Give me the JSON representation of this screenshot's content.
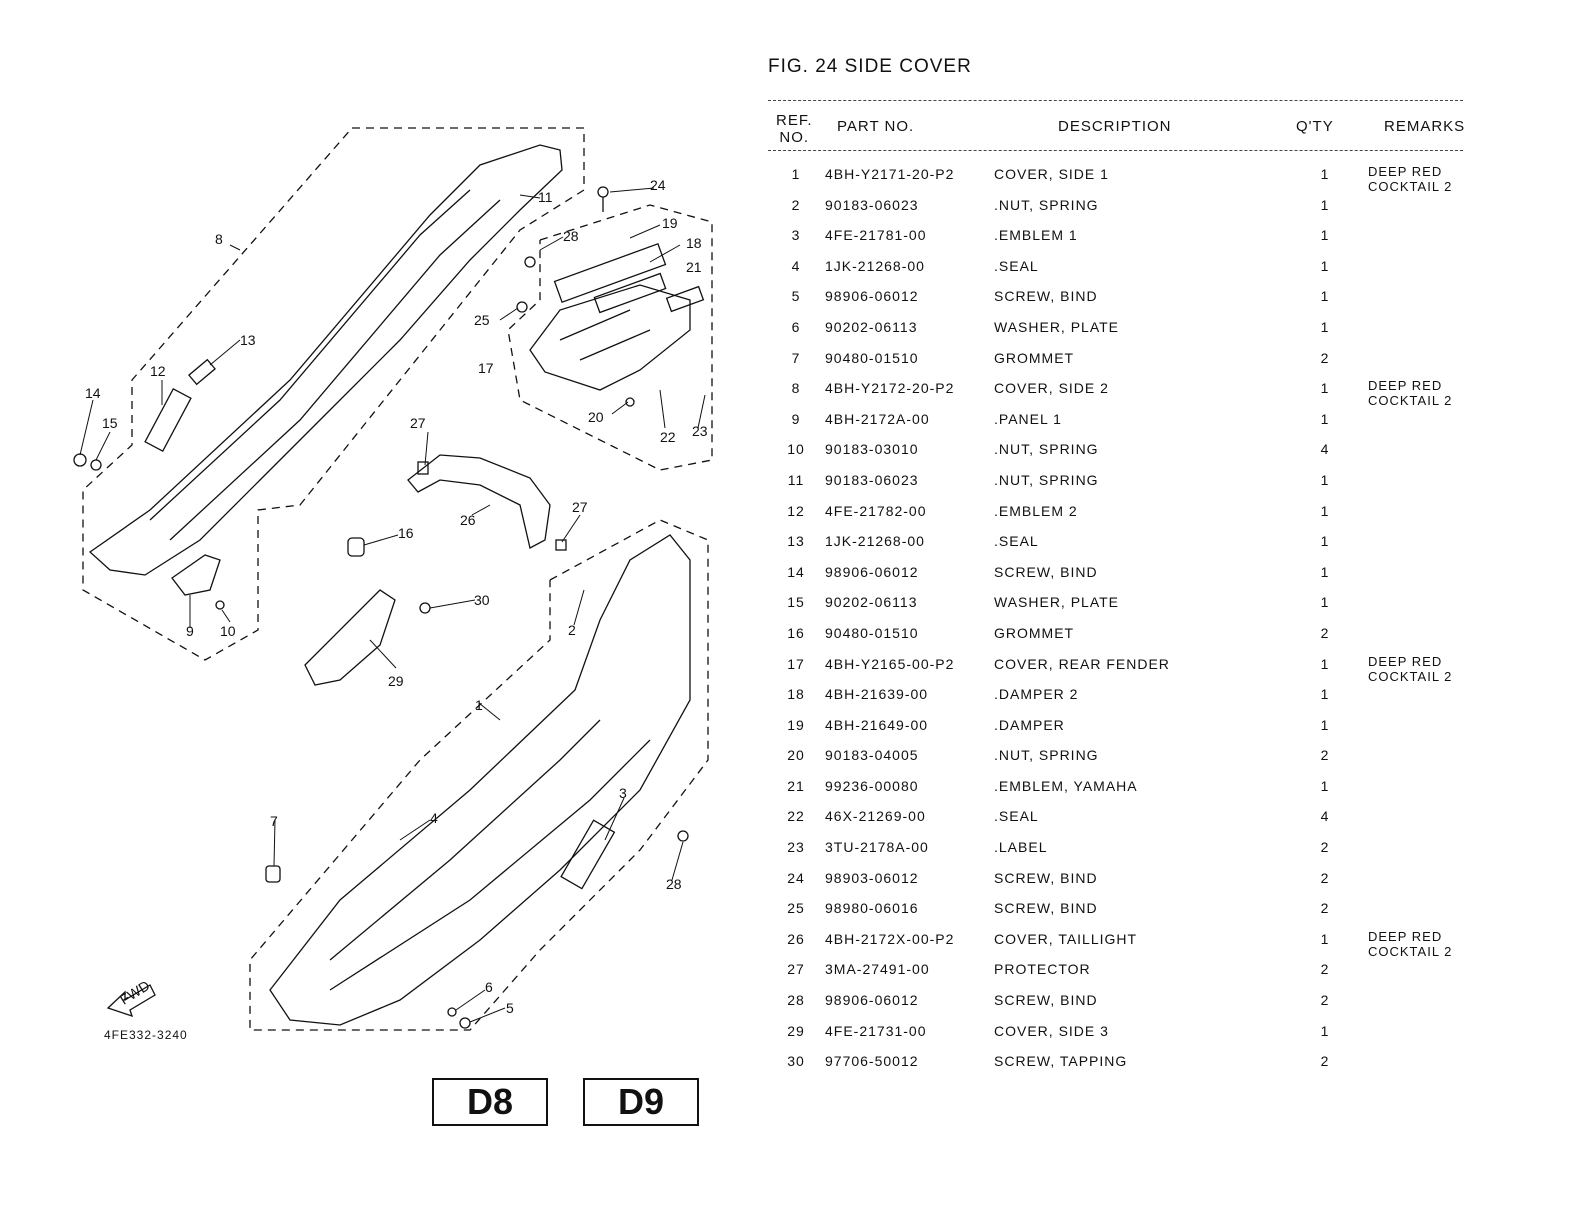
{
  "figure": {
    "title": "FIG. 24  SIDE COVER",
    "diagram_code": "4FE332-3240",
    "page_refs": [
      "D8",
      "D9"
    ],
    "callouts": [
      "1",
      "2",
      "3",
      "4",
      "5",
      "6",
      "7",
      "8",
      "9",
      "10",
      "11",
      "12",
      "13",
      "14",
      "15",
      "16",
      "17",
      "18",
      "19",
      "20",
      "21",
      "22",
      "23",
      "24",
      "25",
      "26",
      "27",
      "27",
      "28",
      "28",
      "29",
      "30"
    ]
  },
  "table": {
    "headers": {
      "ref_line1": "REF.",
      "ref_line2": "NO.",
      "part_no": "PART NO.",
      "description": "DESCRIPTION",
      "qty": "Q'TY",
      "remarks": "REMARKS"
    },
    "rows": [
      {
        "ref": "1",
        "part": "4BH-Y2171-20-P2",
        "desc": "COVER, SIDE 1",
        "qty": "1",
        "remarks": "DEEP RED\nCOCKTAIL 2"
      },
      {
        "ref": "2",
        "part": "90183-06023",
        "desc": ".NUT, SPRING",
        "qty": "1",
        "remarks": ""
      },
      {
        "ref": "3",
        "part": "4FE-21781-00",
        "desc": ".EMBLEM 1",
        "qty": "1",
        "remarks": ""
      },
      {
        "ref": "4",
        "part": "1JK-21268-00",
        "desc": ".SEAL",
        "qty": "1",
        "remarks": ""
      },
      {
        "ref": "5",
        "part": "98906-06012",
        "desc": "SCREW, BIND",
        "qty": "1",
        "remarks": ""
      },
      {
        "ref": "6",
        "part": "90202-06113",
        "desc": "WASHER, PLATE",
        "qty": "1",
        "remarks": ""
      },
      {
        "ref": "7",
        "part": "90480-01510",
        "desc": "GROMMET",
        "qty": "2",
        "remarks": ""
      },
      {
        "ref": "8",
        "part": "4BH-Y2172-20-P2",
        "desc": "COVER, SIDE 2",
        "qty": "1",
        "remarks": "DEEP RED\nCOCKTAIL 2"
      },
      {
        "ref": "9",
        "part": "4BH-2172A-00",
        "desc": ".PANEL 1",
        "qty": "1",
        "remarks": ""
      },
      {
        "ref": "10",
        "part": "90183-03010",
        "desc": ".NUT, SPRING",
        "qty": "4",
        "remarks": ""
      },
      {
        "ref": "11",
        "part": "90183-06023",
        "desc": ".NUT, SPRING",
        "qty": "1",
        "remarks": ""
      },
      {
        "ref": "12",
        "part": "4FE-21782-00",
        "desc": ".EMBLEM 2",
        "qty": "1",
        "remarks": ""
      },
      {
        "ref": "13",
        "part": "1JK-21268-00",
        "desc": ".SEAL",
        "qty": "1",
        "remarks": ""
      },
      {
        "ref": "14",
        "part": "98906-06012",
        "desc": "SCREW, BIND",
        "qty": "1",
        "remarks": ""
      },
      {
        "ref": "15",
        "part": "90202-06113",
        "desc": "WASHER, PLATE",
        "qty": "1",
        "remarks": ""
      },
      {
        "ref": "16",
        "part": "90480-01510",
        "desc": "GROMMET",
        "qty": "2",
        "remarks": ""
      },
      {
        "ref": "17",
        "part": "4BH-Y2165-00-P2",
        "desc": "COVER, REAR FENDER",
        "qty": "1",
        "remarks": "DEEP RED\nCOCKTAIL 2"
      },
      {
        "ref": "18",
        "part": "4BH-21639-00",
        "desc": ".DAMPER 2",
        "qty": "1",
        "remarks": ""
      },
      {
        "ref": "19",
        "part": "4BH-21649-00",
        "desc": ".DAMPER",
        "qty": "1",
        "remarks": ""
      },
      {
        "ref": "20",
        "part": "90183-04005",
        "desc": ".NUT, SPRING",
        "qty": "2",
        "remarks": ""
      },
      {
        "ref": "21",
        "part": "99236-00080",
        "desc": ".EMBLEM, YAMAHA",
        "qty": "1",
        "remarks": ""
      },
      {
        "ref": "22",
        "part": "46X-21269-00",
        "desc": ".SEAL",
        "qty": "4",
        "remarks": ""
      },
      {
        "ref": "23",
        "part": "3TU-2178A-00",
        "desc": ".LABEL",
        "qty": "2",
        "remarks": ""
      },
      {
        "ref": "24",
        "part": "98903-06012",
        "desc": "SCREW, BIND",
        "qty": "2",
        "remarks": ""
      },
      {
        "ref": "25",
        "part": "98980-06016",
        "desc": "SCREW, BIND",
        "qty": "2",
        "remarks": ""
      },
      {
        "ref": "26",
        "part": "4BH-2172X-00-P2",
        "desc": "COVER, TAILLIGHT",
        "qty": "1",
        "remarks": "DEEP RED\nCOCKTAIL 2"
      },
      {
        "ref": "27",
        "part": "3MA-27491-00",
        "desc": "PROTECTOR",
        "qty": "2",
        "remarks": ""
      },
      {
        "ref": "28",
        "part": "98906-06012",
        "desc": "SCREW, BIND",
        "qty": "2",
        "remarks": ""
      },
      {
        "ref": "29",
        "part": "4FE-21731-00",
        "desc": "COVER, SIDE 3",
        "qty": "1",
        "remarks": ""
      },
      {
        "ref": "30",
        "part": "97706-50012",
        "desc": "SCREW, TAPPING",
        "qty": "2",
        "remarks": ""
      }
    ]
  }
}
